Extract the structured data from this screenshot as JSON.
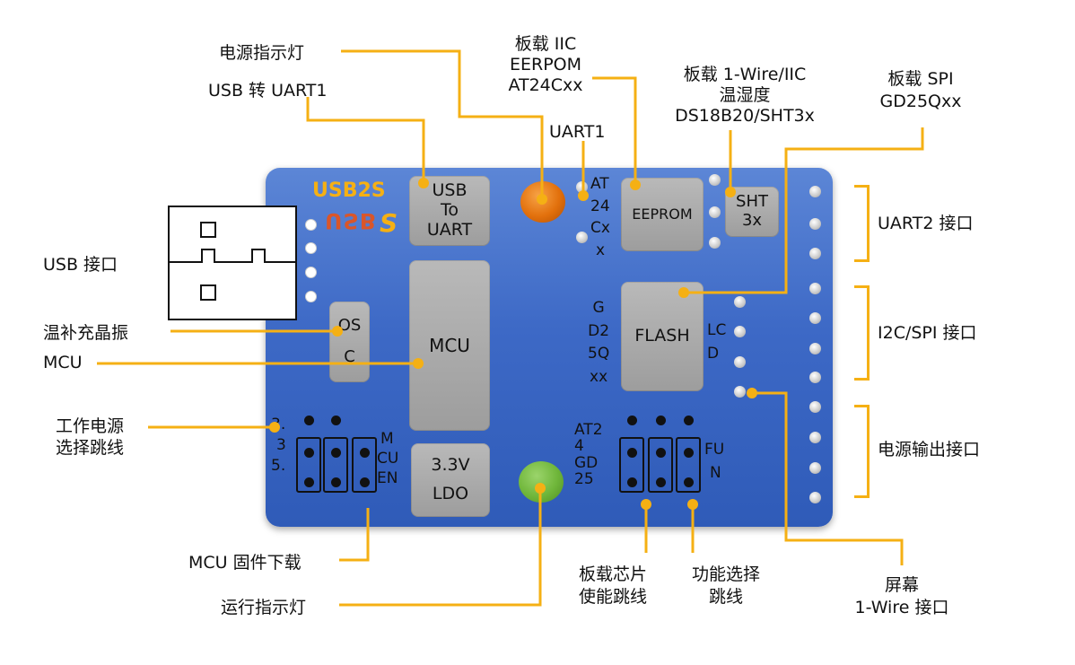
{
  "colors": {
    "board": "#3d69c6",
    "leader": "#f5b014",
    "chip": "#a8a8a8",
    "led_orange": "#e2700c",
    "led_green": "#6fb63a",
    "logo": "#f5b014"
  },
  "board": {
    "logo_text": "USB2S",
    "logo_mirror": "USB",
    "usb_uart_chip": [
      "USB",
      "To",
      "UART"
    ],
    "mcu_chip": "MCU",
    "ldo_chip": [
      "3.3V",
      "LDO"
    ],
    "eeprom_chip": "EEPROM",
    "flash_chip": "FLASH",
    "sht_chip": [
      "SHT",
      "3x"
    ],
    "osc_text": [
      "OS",
      "C"
    ],
    "eeprom_side_text": [
      "AT",
      "24",
      "Cx",
      "x"
    ],
    "flash_side_left": [
      "G",
      "D2",
      "5Q",
      "xx"
    ],
    "flash_side_right": [
      "LC",
      "D"
    ],
    "jumper_left_prefix": [
      "3.",
      "3",
      "5."
    ],
    "jumper_left_suffix": [
      "M",
      "CU",
      "EN"
    ],
    "jumper_right_prefix": [
      "AT2",
      "4",
      "GD",
      "25"
    ],
    "jumper_right_suffix": [
      "FU",
      "N"
    ]
  },
  "labels": {
    "power_led": "电源指示灯",
    "usb_uart1": "USB 转 UART1",
    "iic_eeprom": [
      "板载 IIC",
      "EERPOM",
      "AT24Cxx"
    ],
    "uart1": "UART1",
    "temp_humidity": [
      "板载 1-Wire/IIC",
      "温湿度",
      "DS18B20/SHT3x"
    ],
    "spi_flash": [
      "板载 SPI",
      "GD25Qxx"
    ],
    "usb_port": "USB 接口",
    "tcxo": "温补充晶振",
    "mcu": "MCU",
    "power_select": [
      "工作电源",
      "选择跳线"
    ],
    "uart2_port": "UART2 接口",
    "i2c_spi_port": "I2C/SPI 接口",
    "power_out_port": "电源输出接口",
    "mcu_firmware": "MCU 固件下载",
    "run_led": "运行指示灯",
    "chip_enable": [
      "板载芯片",
      "使能跳线"
    ],
    "func_select": [
      "功能选择",
      "跳线"
    ],
    "screen_port": [
      "屏幕",
      "1-Wire 接口"
    ]
  }
}
